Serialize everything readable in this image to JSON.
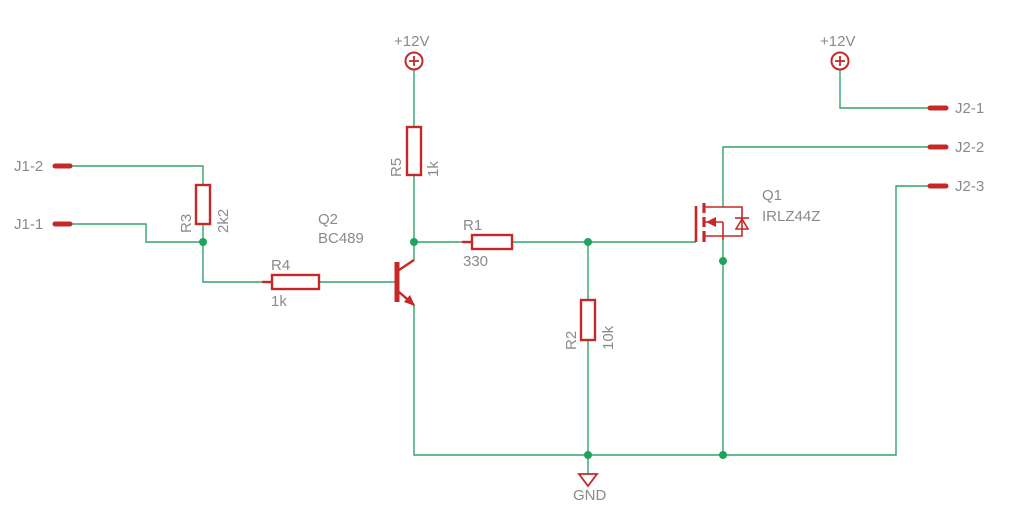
{
  "diagram": {
    "supplies": {
      "left": "+12V",
      "right": "+12V"
    },
    "ground": "GND",
    "connectors": {
      "j1_2": "J1-2",
      "j1_1": "J1-1",
      "j2_1": "J2-1",
      "j2_2": "J2-2",
      "j2_3": "J2-3"
    },
    "components": {
      "r1": {
        "name": "R1",
        "value": "330"
      },
      "r2": {
        "name": "R2",
        "value": "10k"
      },
      "r3": {
        "name": "R3",
        "value": "2k2"
      },
      "r4": {
        "name": "R4",
        "value": "1k"
      },
      "r5": {
        "name": "R5",
        "value": "1k"
      },
      "q1": {
        "name": "Q1",
        "value": "IRLZ44Z"
      },
      "q2": {
        "name": "Q2",
        "value": "BC489"
      }
    },
    "colors": {
      "wire": "#33a36b",
      "part": "#c62828",
      "junction": "#1fa35e",
      "text": "#8a8a8a"
    }
  }
}
